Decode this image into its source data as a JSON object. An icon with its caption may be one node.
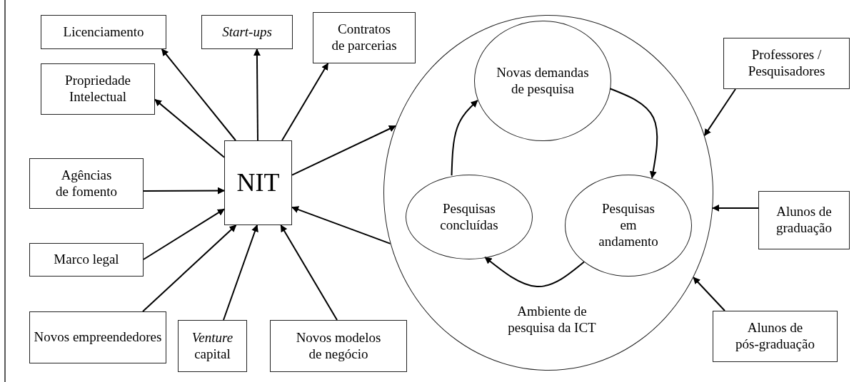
{
  "diagram": {
    "nodes": [
      {
        "text": [
          "Licenciamento"
        ]
      },
      {
        "text": [
          "Start-ups"
        ]
      },
      {
        "text": [
          "Contratos de parcerias"
        ]
      },
      {
        "text": [
          "Propriedade Intelectual"
        ]
      },
      {
        "text": [
          "Agências de fomento"
        ]
      },
      {
        "text": [
          "NIT"
        ]
      },
      {
        "text": [
          "Marco legal"
        ]
      },
      {
        "text": [
          "Novos empreendedores"
        ]
      },
      {
        "text": [
          "*Venture* capital"
        ]
      },
      {
        "text": [
          "Novos modelos de negócio"
        ]
      },
      {
        "text": [
          "Ambiente de pesquisa da ICT"
        ]
      },
      {
        "text": [
          "Novas demandas de pesquisa"
        ],
        "in": 10
      },
      {
        "text": [
          "Pesquisas concluídas"
        ],
        "in": 10
      },
      {
        "text": [
          "Pesquisas em andamento"
        ],
        "in": 10
      },
      {
        "text": [
          "Professores / Pesquisadores"
        ]
      },
      {
        "text": [
          "Alunos de graduação"
        ]
      },
      {
        "text": [
          "Alunos de pós-graduação"
        ]
      }
    ],
    "edges": [
      {
        "from": 5,
        "to": 0,
        "arrow": "to"
      },
      {
        "from": 5,
        "to": 1,
        "arrow": "to"
      },
      {
        "from": 5,
        "to": 2,
        "arrow": "to"
      },
      {
        "from": 5,
        "to": 3,
        "arrow": "to"
      },
      {
        "from": 5,
        "to": 10,
        "arrow": "to"
      },
      {
        "from": 4,
        "to": 5,
        "arrow": "to"
      },
      {
        "from": 6,
        "to": 5,
        "arrow": "to"
      },
      {
        "from": 7,
        "to": 5,
        "arrow": "to"
      },
      {
        "from": 8,
        "to": 5,
        "arrow": "to"
      },
      {
        "from": 9,
        "to": 5,
        "arrow": "to"
      },
      {
        "from": 10,
        "to": 5,
        "arrow": "to"
      },
      {
        "from": 11,
        "to": 13,
        "arrow": "to"
      },
      {
        "from": 13,
        "to": 12,
        "arrow": "to"
      },
      {
        "from": 12,
        "to": 11,
        "arrow": "to"
      },
      {
        "from": 14,
        "to": 10,
        "arrow": "to"
      },
      {
        "from": 15,
        "to": 10,
        "arrow": "to"
      },
      {
        "from": 16,
        "to": 10,
        "arrow": "to"
      }
    ]
  }
}
